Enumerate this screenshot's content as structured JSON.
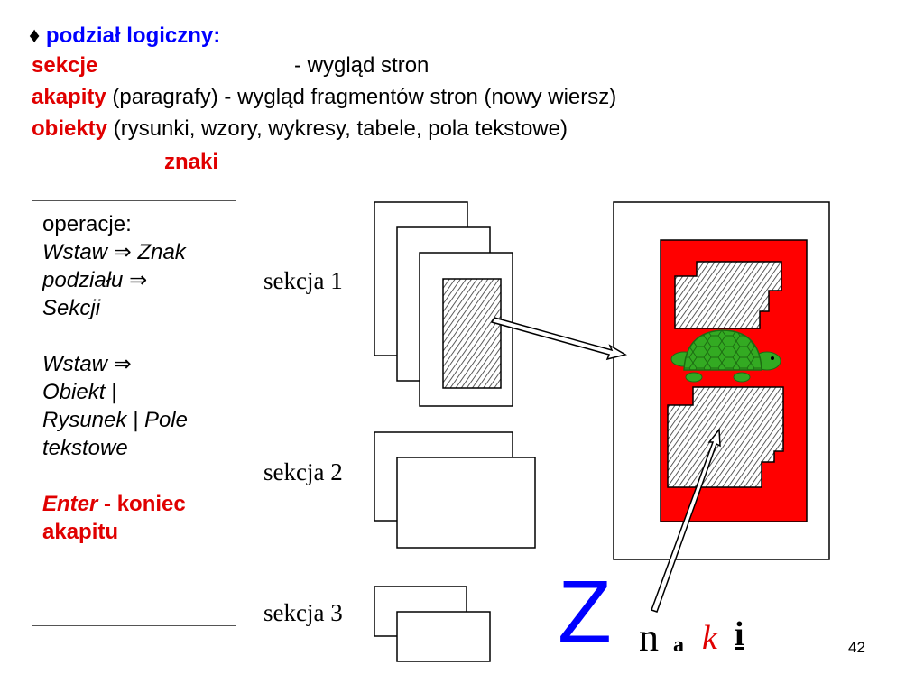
{
  "header": {
    "bullet": "♦",
    "title": "podział logiczny:",
    "rows": [
      {
        "term": "sekcje",
        "desc": "- wygląd stron"
      },
      {
        "term": "akapity",
        "desc": "(paragrafy) - wygląd fragmentów stron (nowy wiersz)"
      },
      {
        "term": "obiekty",
        "desc": "(rysunki, wzory, wykresy, tabele, pola tekstowe)"
      },
      {
        "term": "znaki",
        "desc": ""
      }
    ]
  },
  "ops": {
    "title": "operacje:",
    "line1a": "Wstaw",
    "arrow": "⇒",
    "line1b": "Znak",
    "line2a": "podziału",
    "line3": "Sekcji",
    "line4a": "Wstaw",
    "line5": "Obiekt |",
    "line6": "Rysunek | Pole",
    "line7": "tekstowe",
    "enter_key": "Enter",
    "enter_rest": "- koniec",
    "enter_rest2": "akapitu"
  },
  "sections": {
    "s1": "sekcja 1",
    "s2": "sekcja 2",
    "s3": "sekcja 3"
  },
  "znaki": {
    "z": "Z",
    "n": "n",
    "a": "a",
    "k": "k",
    "i": "i"
  },
  "page_number": "42",
  "colors": {
    "title_blue": "#0000ff",
    "term_red": "#e00000",
    "panel_red": "#ff0000",
    "turtle_green": "#33aa22"
  }
}
